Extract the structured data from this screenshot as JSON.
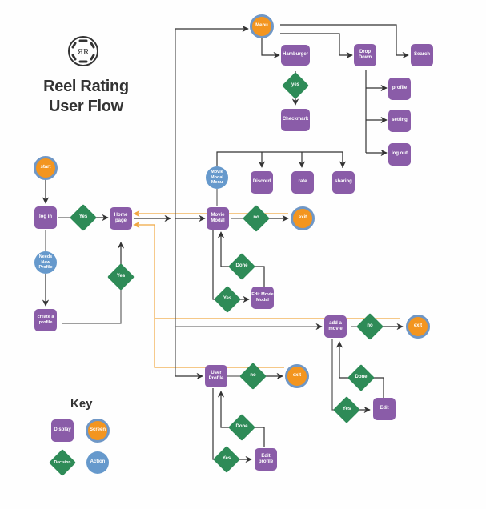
{
  "title": {
    "line1": "Reel Rating",
    "line2": "User Flow",
    "logo_text": "ЯR"
  },
  "key": {
    "heading": "Key",
    "display": "Display",
    "screen": "Screen",
    "decision": "Decision",
    "action": "Action"
  },
  "colors": {
    "display": "#8a5ca8",
    "screen": "#f3951f",
    "screen_border": "#6f97c6",
    "decision": "#2e8b57",
    "action": "#6699cc",
    "connector": "#333333",
    "return_connector": "#f0a742"
  },
  "nodes": {
    "start": "start",
    "log_in": "log in",
    "yes_login": "Yes",
    "needs_new_profile": "Needs New Profile",
    "create_profile": "create a profile",
    "yes_create": "Yes",
    "home_page": "Home page",
    "menu": "Menu",
    "hamburger": "Hamburger",
    "yes_hamburger": "yes",
    "checkmark": "Checkmark",
    "drop_down": "Drop Down",
    "search": "Search",
    "dd_profile": "profile",
    "dd_setting": "setting",
    "dd_logout": "log out",
    "movie_modal_menu": "Movie Modal Menu",
    "discord": "Discord",
    "rate": "rate",
    "sharing": "sharing",
    "movie_modal": "Movie Modal",
    "no_movie_modal": "no",
    "exit_movie_modal": "exit",
    "done_movie_modal": "Done",
    "yes_movie_modal": "Yes",
    "edit_movie_modal": "Edit Movie Modal",
    "add_movie": "add a movie",
    "no_add_movie": "no",
    "exit_add_movie": "exit",
    "done_add_movie": "Done",
    "yes_add_movie": "Yes",
    "edit_add_movie": "Edit",
    "user_profile": "User Profile",
    "no_user_profile": "no",
    "exit_user_profile": "exit",
    "done_user_profile": "Done",
    "yes_user_profile": "Yes",
    "edit_profile": "Edit profile"
  }
}
